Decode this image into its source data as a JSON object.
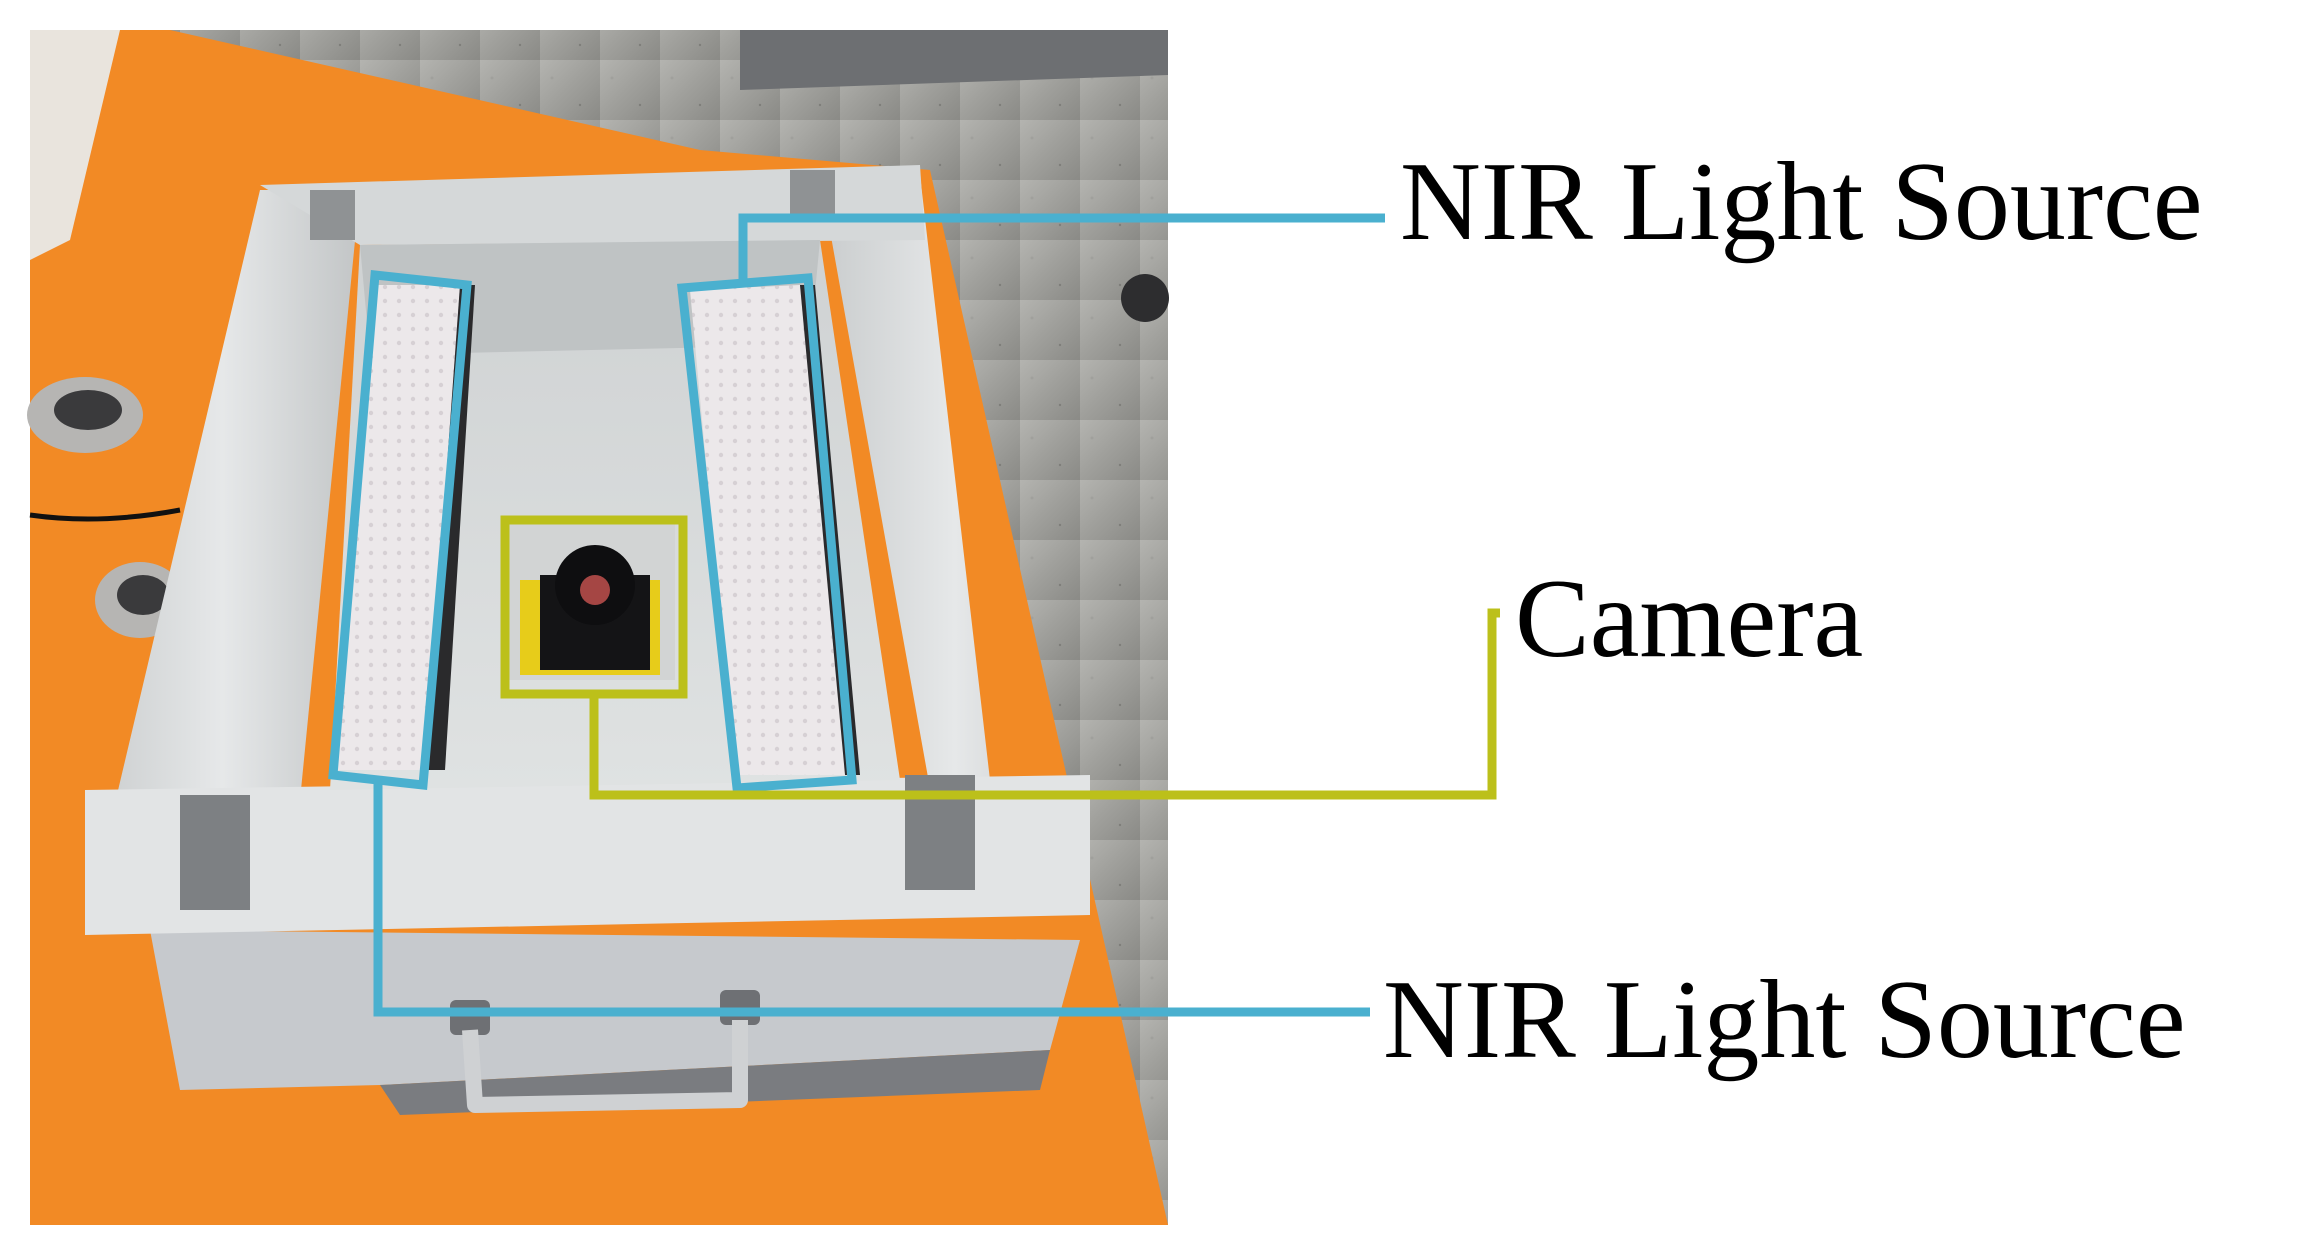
{
  "annotations": {
    "light_source_top": {
      "label": "NIR Light Source"
    },
    "camera": {
      "label": "Camera"
    },
    "light_source_bottom": {
      "label": "NIR Light Source"
    }
  },
  "colors": {
    "light_source_marker": "#4ab0cf",
    "camera_marker": "#bcc01a",
    "table_surface": "#f28a25",
    "floor": "#9b9b97",
    "enclosure_frame": "#d8dbdc"
  },
  "photo": {
    "subject": "Open aluminum-frame enclosure on an orange table with two NIR light bars and a camera at the bottom center"
  }
}
